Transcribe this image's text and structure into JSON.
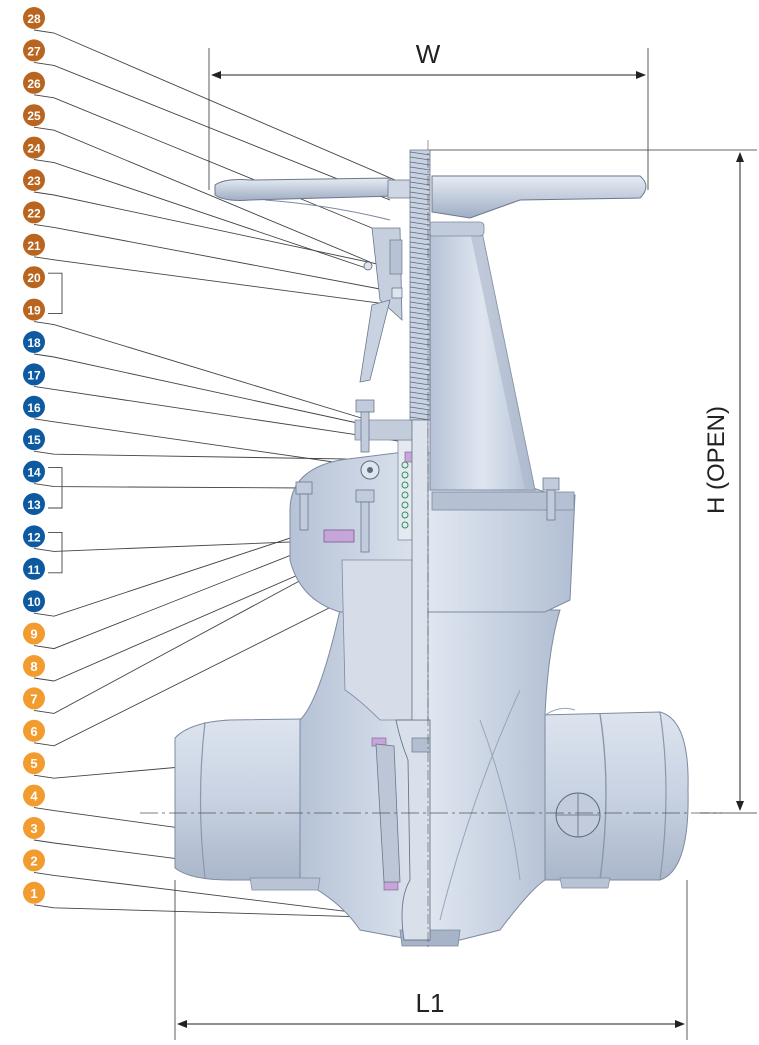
{
  "dimensions": {
    "width_label": "W",
    "height_label": "H (OPEN)",
    "length_label": "L1"
  },
  "colors": {
    "callout_dark_orange": "#b9651f",
    "callout_light_orange": "#f29c2f",
    "callout_blue": "#0d5aa0",
    "valve_body": "#c9d3e3",
    "valve_shadow": "#a8b4c8",
    "leader_line": "#444444"
  },
  "callouts": [
    {
      "num": "28",
      "group": "dark"
    },
    {
      "num": "27",
      "group": "dark"
    },
    {
      "num": "26",
      "group": "dark"
    },
    {
      "num": "25",
      "group": "dark"
    },
    {
      "num": "24",
      "group": "dark"
    },
    {
      "num": "23",
      "group": "dark"
    },
    {
      "num": "22",
      "group": "dark"
    },
    {
      "num": "21",
      "group": "dark"
    },
    {
      "num": "20",
      "group": "dark"
    },
    {
      "num": "19",
      "group": "dark"
    },
    {
      "num": "18",
      "group": "blue"
    },
    {
      "num": "17",
      "group": "blue"
    },
    {
      "num": "16",
      "group": "blue"
    },
    {
      "num": "15",
      "group": "blue"
    },
    {
      "num": "14",
      "group": "blue"
    },
    {
      "num": "13",
      "group": "blue"
    },
    {
      "num": "12",
      "group": "blue"
    },
    {
      "num": "11",
      "group": "blue"
    },
    {
      "num": "10",
      "group": "blue"
    },
    {
      "num": "9",
      "group": "light"
    },
    {
      "num": "8",
      "group": "light"
    },
    {
      "num": "7",
      "group": "light"
    },
    {
      "num": "6",
      "group": "light"
    },
    {
      "num": "5",
      "group": "light"
    },
    {
      "num": "4",
      "group": "light"
    },
    {
      "num": "3",
      "group": "light"
    },
    {
      "num": "2",
      "group": "light"
    },
    {
      "num": "1",
      "group": "light"
    }
  ]
}
